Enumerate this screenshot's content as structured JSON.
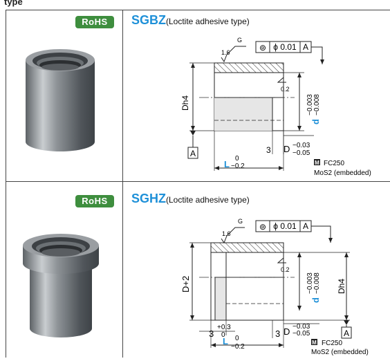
{
  "header": {
    "text": "type"
  },
  "rows": [
    {
      "badge": "RoHS",
      "code": "SGBZ",
      "subtitle": "(Loctite adhesive type)",
      "tolerance_frame": {
        "symbol": "⊚",
        "value": "ϕ 0.01",
        "datum": "A"
      },
      "labels": {
        "roughness": "1.6",
        "g": "G",
        "inner_roughness": "0.2",
        "d_tol_upper": "−0.003",
        "d_tol_lower": "−0.008",
        "d": "d",
        "dh": "Dh4",
        "datum": "A",
        "three": "3",
        "D": "D",
        "D_tol_upper": "−0.03",
        "D_tol_lower": "−0.05",
        "L": "L",
        "L_tol_upper": "0",
        "L_tol_lower": "−0.2",
        "material": "FC250",
        "lubricant": "MoS2 (embedded)",
        "m_symbol": "M"
      }
    },
    {
      "badge": "RoHS",
      "code": "SGHZ",
      "subtitle": "(Loctite adhesive type)",
      "tolerance_frame": {
        "symbol": "⊚",
        "value": "ϕ 0.01",
        "datum": "A"
      },
      "labels": {
        "roughness": "1.6",
        "g": "G",
        "inner_roughness": "0.2",
        "d_tol_upper": "−0.003",
        "d_tol_lower": "−0.008",
        "d": "d",
        "dh": "Dh4",
        "dplus": "D+2",
        "datum": "A",
        "three": "3",
        "three_tol_upper": "+0.3",
        "three_tol_lower": "0",
        "three_b": "3",
        "D": "D",
        "D_tol_upper": "−0.03",
        "D_tol_lower": "−0.05",
        "L": "L",
        "L_tol_upper": "0",
        "L_tol_lower": "−0.2",
        "material": "FC250",
        "lubricant": "MoS2 (embedded)",
        "m_symbol": "M"
      }
    }
  ]
}
